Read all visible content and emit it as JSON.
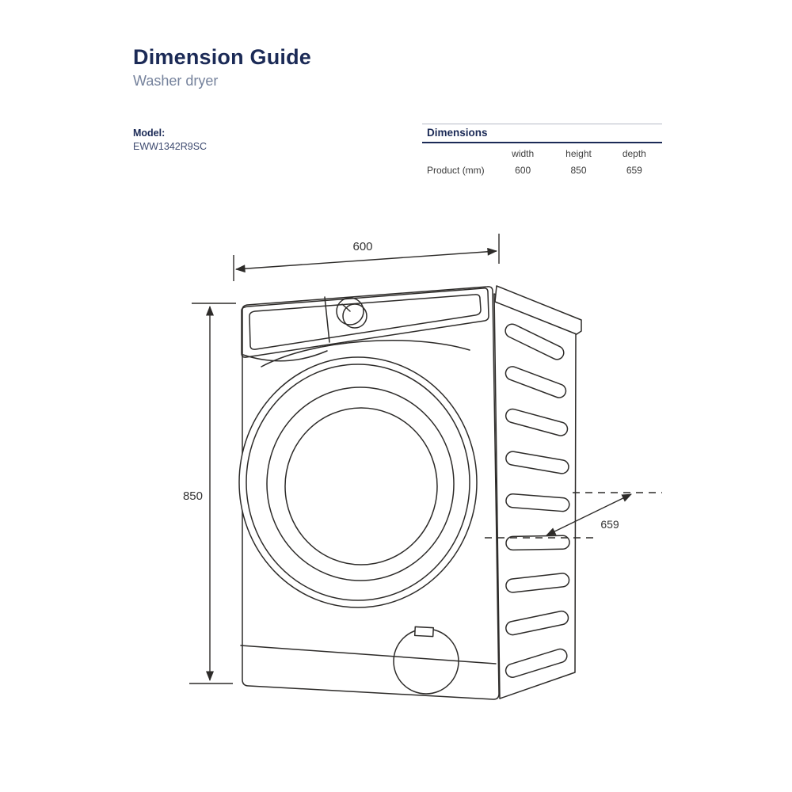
{
  "page": {
    "title": "Dimension Guide",
    "subtitle": "Washer dryer"
  },
  "model": {
    "label": "Model:",
    "value": "EWW1342R9SC"
  },
  "dimensions_table": {
    "title": "Dimensions",
    "columns": [
      "width",
      "height",
      "depth"
    ],
    "rows": [
      {
        "label": "Product (mm)",
        "values": [
          "600",
          "850",
          "659"
        ]
      }
    ]
  },
  "diagram": {
    "width_mm": "600",
    "height_mm": "850",
    "depth_mm": "659"
  },
  "colors": {
    "navy": "#1b2a56",
    "subtitle_gray": "#75829c",
    "line_dark": "#2d2b29",
    "table_rule_light": "#b5bbc6",
    "background": "#ffffff"
  }
}
